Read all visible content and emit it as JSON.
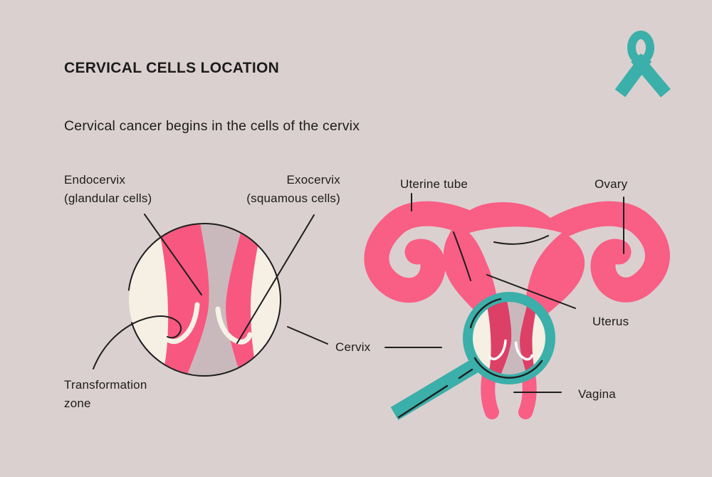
{
  "title": "CERVICAL CELLS LOCATION",
  "subtitle": "Cervical cancer begins in the cells of the cervix",
  "icons": {
    "ribbon": "teal-awareness-ribbon-icon",
    "magnifier": "magnifying-glass-icon"
  },
  "theme": {
    "background": "#dbd0d0",
    "text": "#1c1c1c",
    "line": "#1e1e1e",
    "pink": "#f95e85",
    "circle_pink": "#f8577f",
    "deep_pink": "#dc4067",
    "cream": "#f5f0e3",
    "mauve": "#c9b9bc",
    "hook_white": "#f7f2e7",
    "teal": "#3bafa9"
  },
  "detail_view": {
    "labels": {
      "endocervix": {
        "line1": "Endocervix",
        "line2": "(glandular cells)"
      },
      "exocervix": {
        "line1": "Exocervix",
        "line2": "(squamous cells)"
      },
      "transformation_zone": {
        "line1": "Transformation",
        "line2": "zone"
      }
    }
  },
  "anatomy_view": {
    "labels": {
      "uterine_tube": "Uterine tube",
      "ovary": "Ovary",
      "uterus": "Uterus",
      "cervix": "Cervix",
      "vagina": "Vagina"
    }
  }
}
